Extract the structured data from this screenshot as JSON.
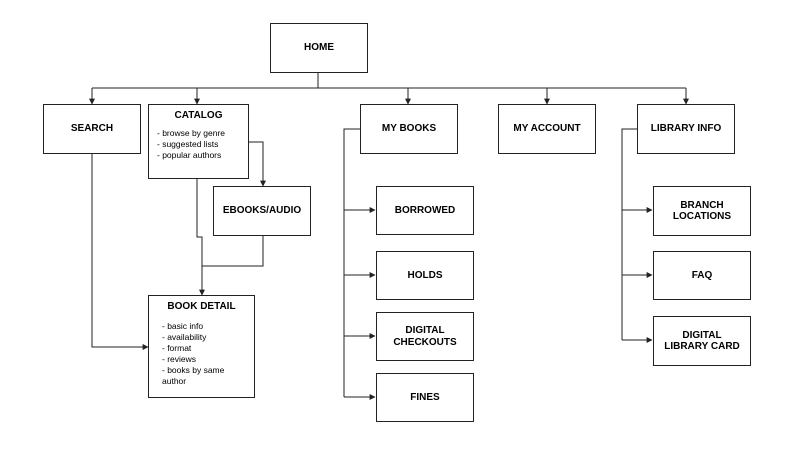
{
  "nodes": {
    "home": "HOME",
    "search": "SEARCH",
    "catalog": {
      "title": "CATALOG",
      "items": [
        "- browse by genre",
        "- suggested lists",
        "- popular authors"
      ]
    },
    "ebooks_audio": "EBOOKS/AUDIO",
    "book_detail": {
      "title": "BOOK DETAIL",
      "items": [
        "- basic info",
        "- availability",
        "- format",
        "- reviews",
        "- books by same author"
      ]
    },
    "my_books": "MY BOOKS",
    "borrowed": "BORROWED",
    "holds": "HOLDS",
    "digital_checkouts": "DIGITAL CHECKOUTS",
    "fines": "FINES",
    "my_account": "MY ACCOUNT",
    "library_info": "LIBRARY INFO",
    "branch_locations": "BRANCH LOCATIONS",
    "faq": "FAQ",
    "digital_library_card": "DIGITAL LIBRARY CARD"
  },
  "colors": {
    "stroke": "#222222",
    "fill": "#ffffff"
  }
}
